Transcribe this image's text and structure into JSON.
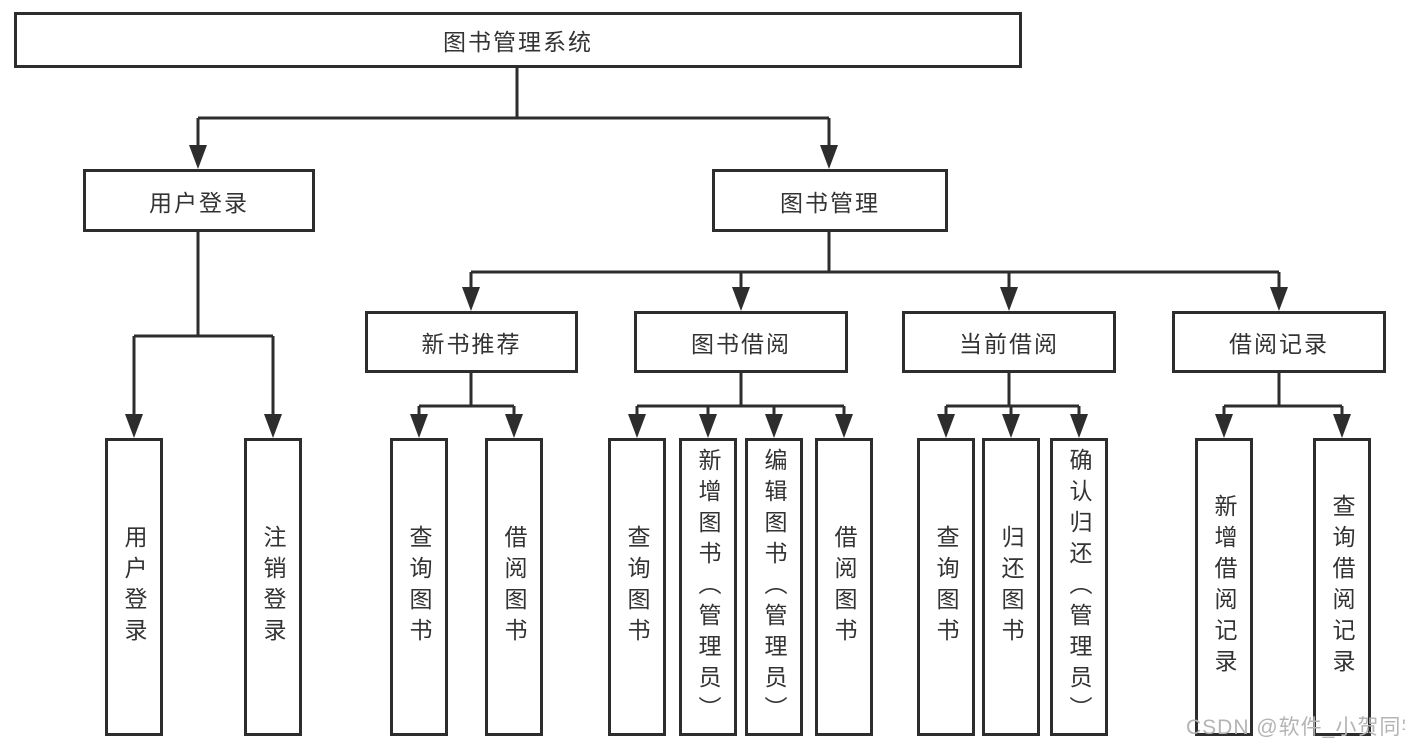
{
  "diagram": {
    "root": {
      "label": "图书管理系统"
    },
    "level2": [
      {
        "label": "用户登录"
      },
      {
        "label": "图书管理"
      }
    ],
    "level3": [
      {
        "label": "新书推荐"
      },
      {
        "label": "图书借阅"
      },
      {
        "label": "当前借阅"
      },
      {
        "label": "借阅记录"
      }
    ],
    "leaves": {
      "user_login": [
        "用户登录",
        "注销登录"
      ],
      "new_book_recommend": [
        "查询图书",
        "借阅图书"
      ],
      "book_borrowing": [
        "查询图书",
        "新增图书（管理员）",
        "编辑图书（管理员）",
        "借阅图书"
      ],
      "current_borrowing": [
        "查询图书",
        "归还图书",
        "确认归还（管理员）"
      ],
      "borrowing_records": [
        "新增借阅记录",
        "查询借阅记录"
      ]
    }
  },
  "watermark": {
    "text": "CSDN @软件_小贺同学"
  },
  "colors": {
    "line": "#2d2d2d",
    "box_border": "#2d2d2d",
    "text": "#333333",
    "background": "#ffffff",
    "watermark": "#b4b4b4"
  }
}
